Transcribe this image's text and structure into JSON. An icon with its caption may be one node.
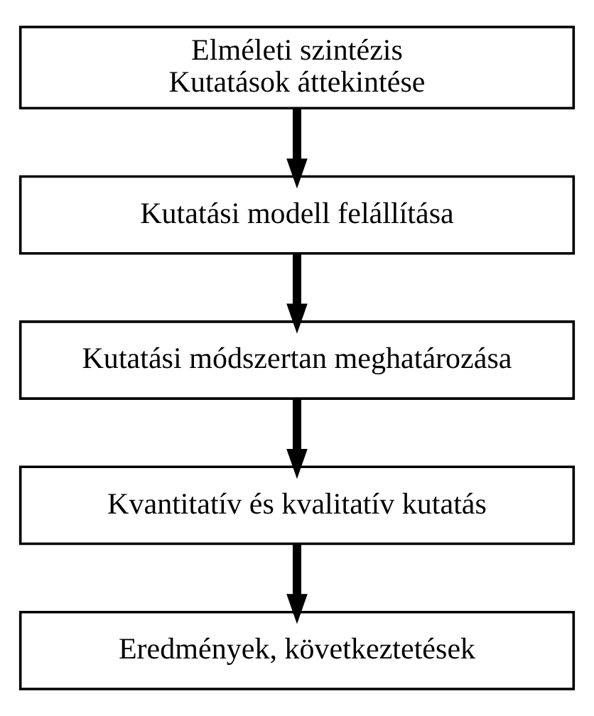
{
  "diagram": {
    "nodes": [
      {
        "text": [
          "Elméleti szintézis",
          "Kutatások áttekintése"
        ]
      },
      {
        "text": [
          "Kutatási modell felállítása"
        ]
      },
      {
        "text": [
          "Kutatási módszertan meghatározása"
        ]
      },
      {
        "text": [
          "Kvantitatív és kvalitatív kutatás"
        ]
      },
      {
        "text": [
          "Eredmények, következtetések"
        ]
      }
    ],
    "edges": [
      {
        "from": 0,
        "to": 1,
        "arrow": "to"
      },
      {
        "from": 1,
        "to": 2,
        "arrow": "to"
      },
      {
        "from": 2,
        "to": 3,
        "arrow": "to"
      },
      {
        "from": 3,
        "to": 4,
        "arrow": "to"
      }
    ]
  }
}
